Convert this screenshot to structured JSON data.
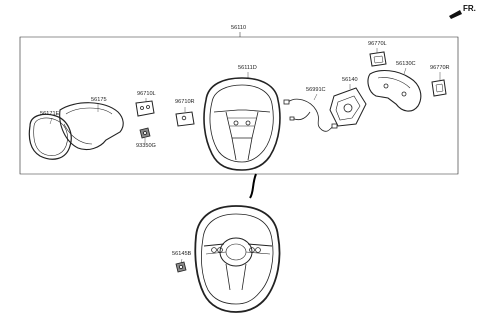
{
  "direction_label": "FR.",
  "parts": {
    "assembly": "56110",
    "ring_trim": "56171E",
    "cover": "56175",
    "switch_left": "96710L",
    "screw": "93350G",
    "switch_right": "96710R",
    "wheel_body": "56111D",
    "harness": "56991C",
    "bracket": "56140",
    "paddle_left": "96770L",
    "lower_cover": "56130C",
    "paddle_right": "96770R",
    "bolt": "56145B"
  }
}
